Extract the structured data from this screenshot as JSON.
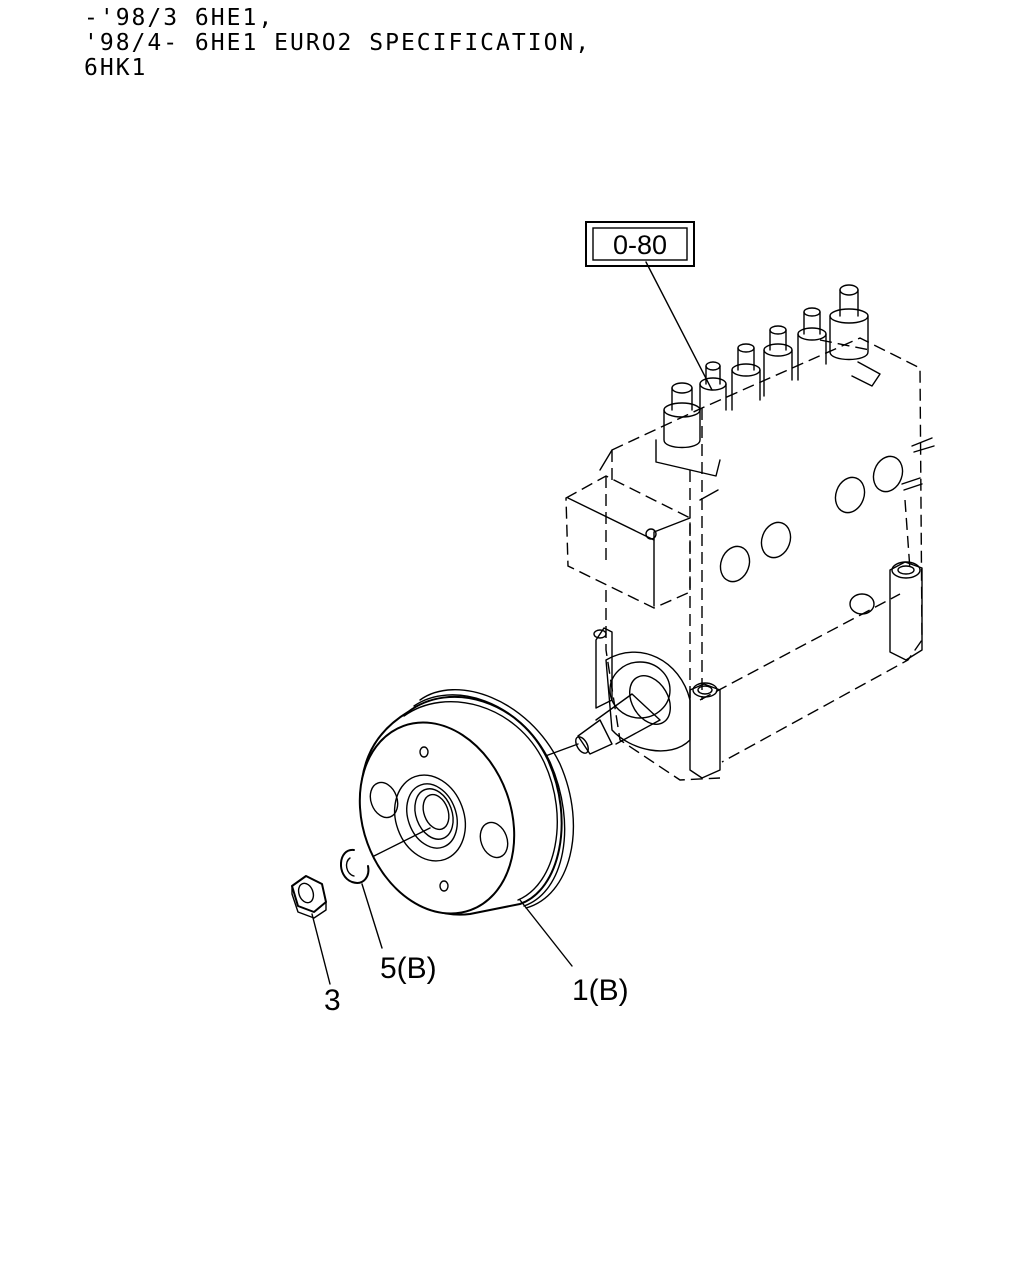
{
  "header": {
    "line1": "-'98/3 6HE1,",
    "line2": "'98/4- 6HE1 EURO2 SPECIFICATION,",
    "line3": "6HK1"
  },
  "callouts": {
    "ref_box": "0-80",
    "part_1": "1(B)",
    "part_3": "3",
    "part_5": "5(B)"
  }
}
